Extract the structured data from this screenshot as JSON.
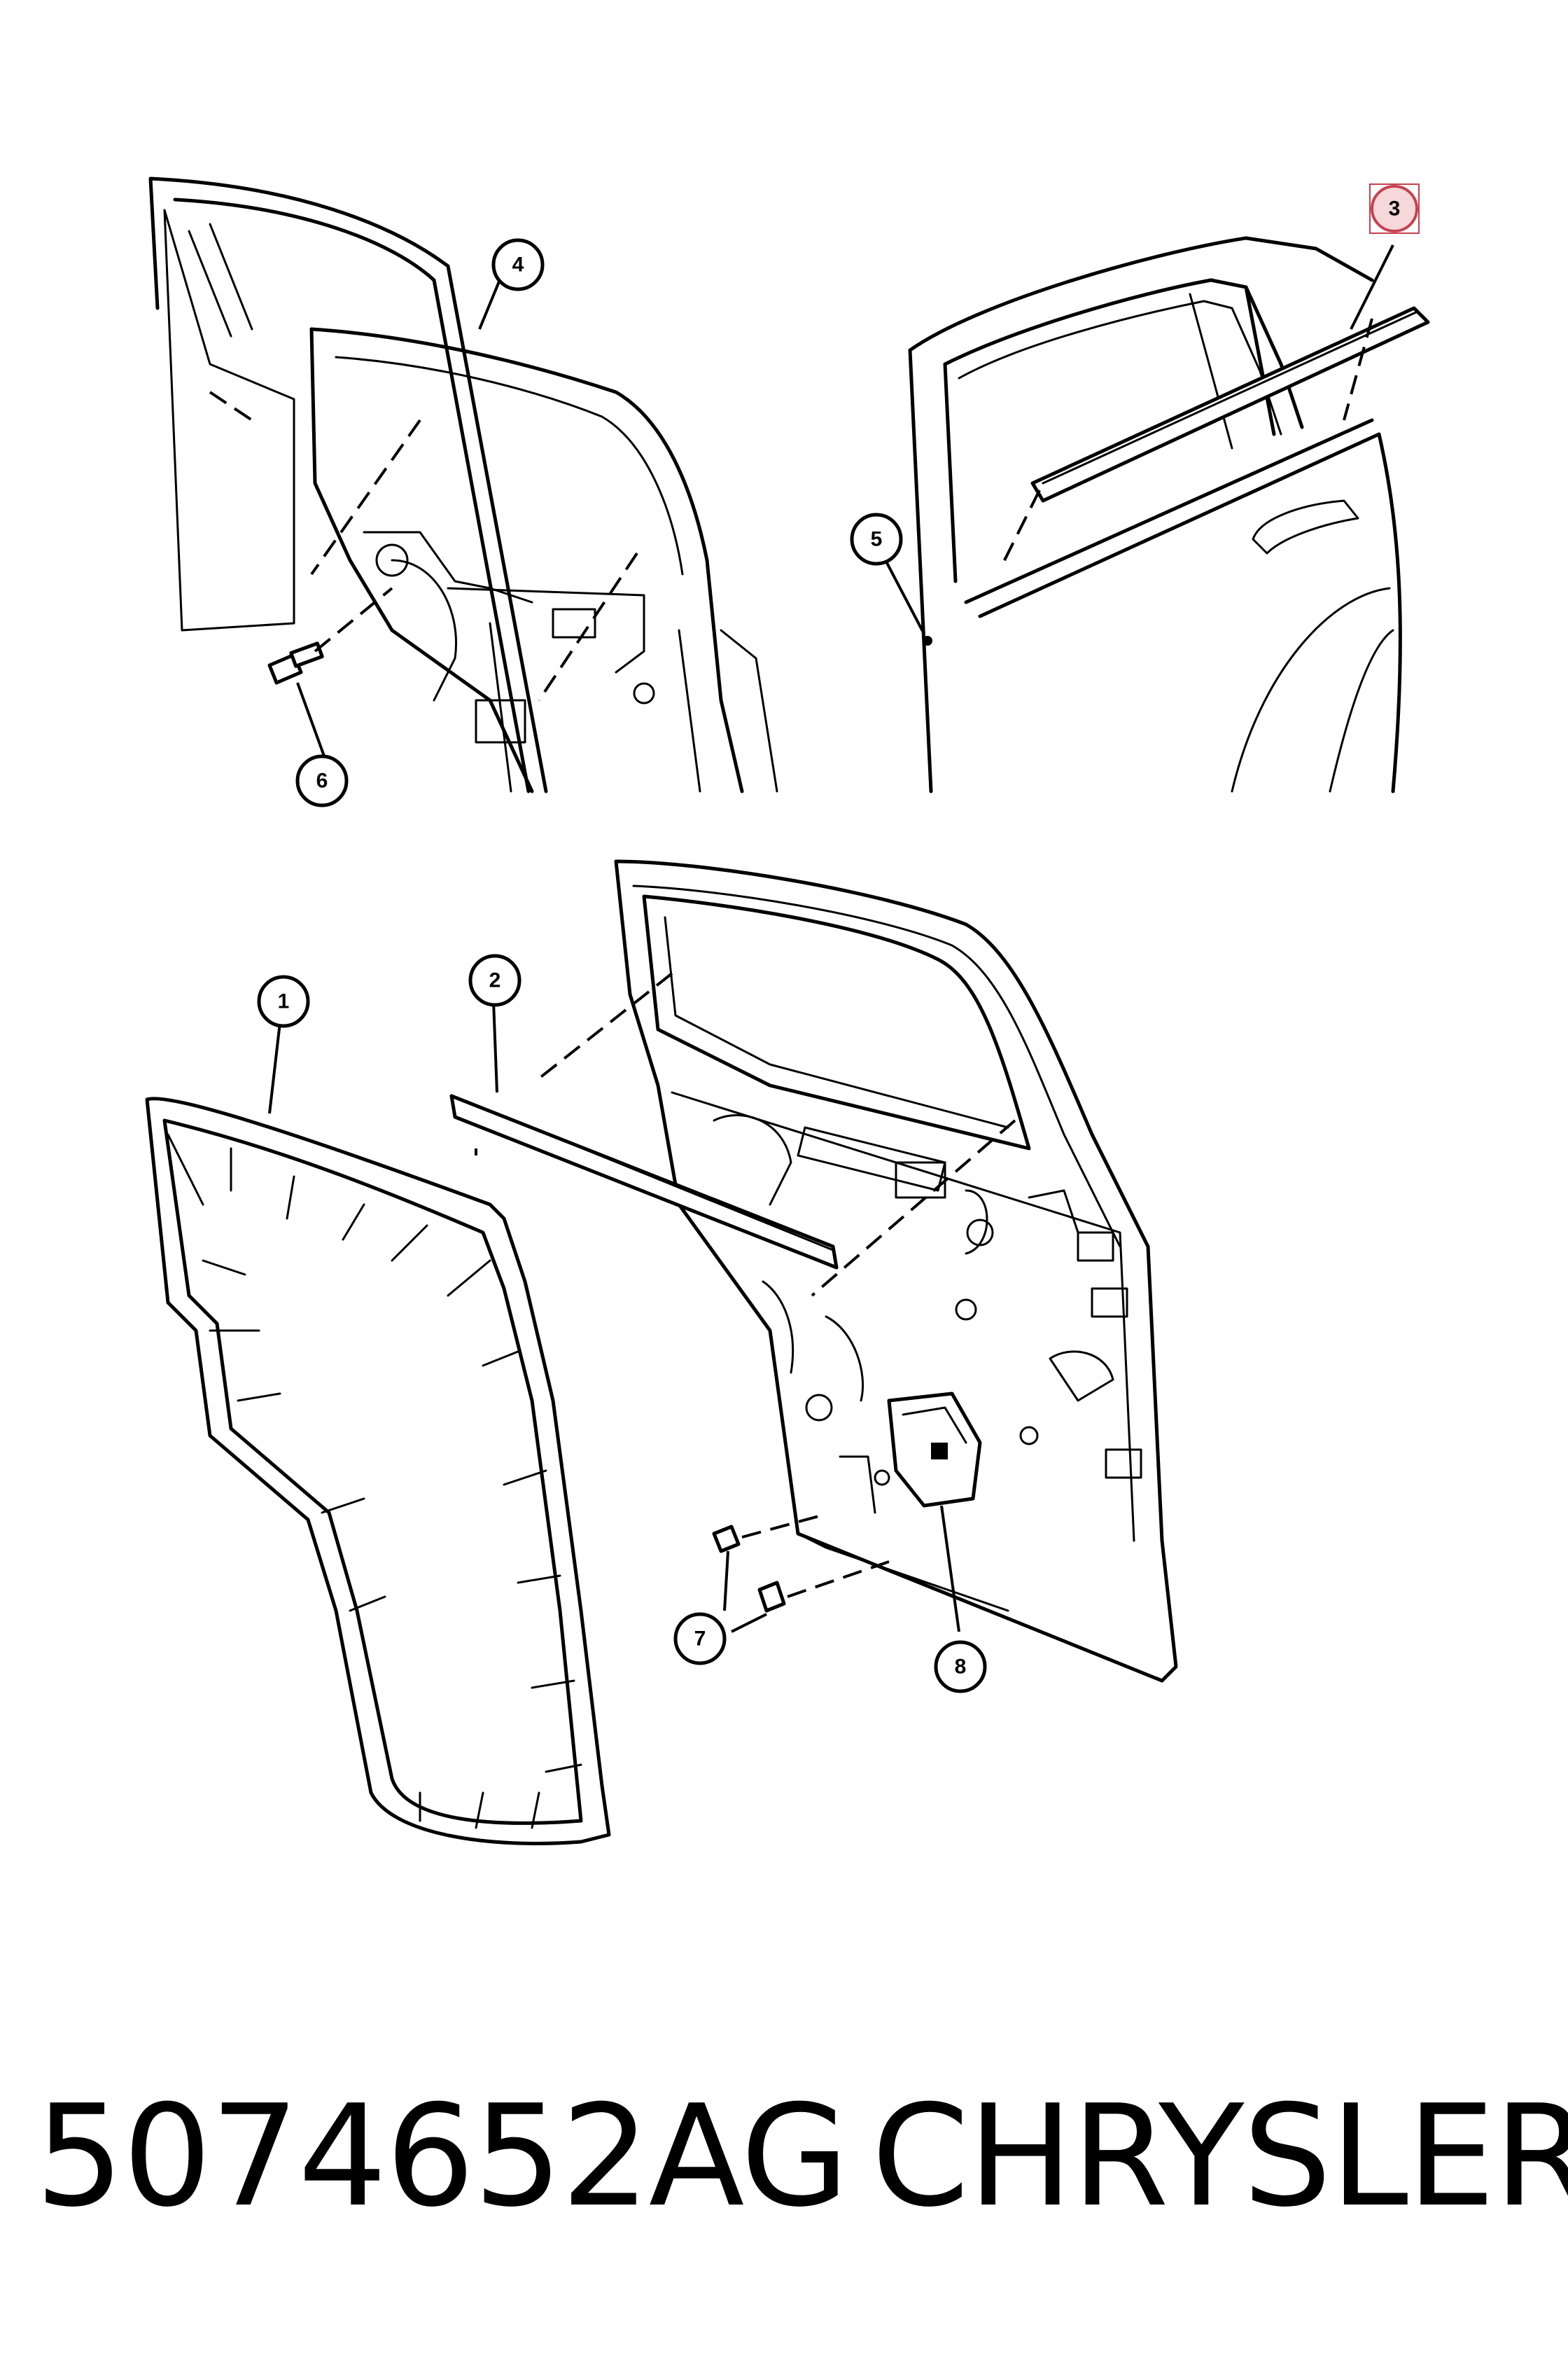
{
  "diagram": {
    "callouts": [
      {
        "id": "1",
        "label": "1"
      },
      {
        "id": "2",
        "label": "2"
      },
      {
        "id": "3",
        "label": "3",
        "highlighted": true
      },
      {
        "id": "4",
        "label": "4"
      },
      {
        "id": "5",
        "label": "5"
      },
      {
        "id": "6",
        "label": "6"
      },
      {
        "id": "7",
        "label": "7"
      },
      {
        "id": "8",
        "label": "8"
      }
    ],
    "highlight_color": "#c6414f",
    "highlight_fill": "#f6d7da"
  },
  "footer": {
    "part_number": "5074652AG",
    "brand": "CHRYSLER"
  }
}
